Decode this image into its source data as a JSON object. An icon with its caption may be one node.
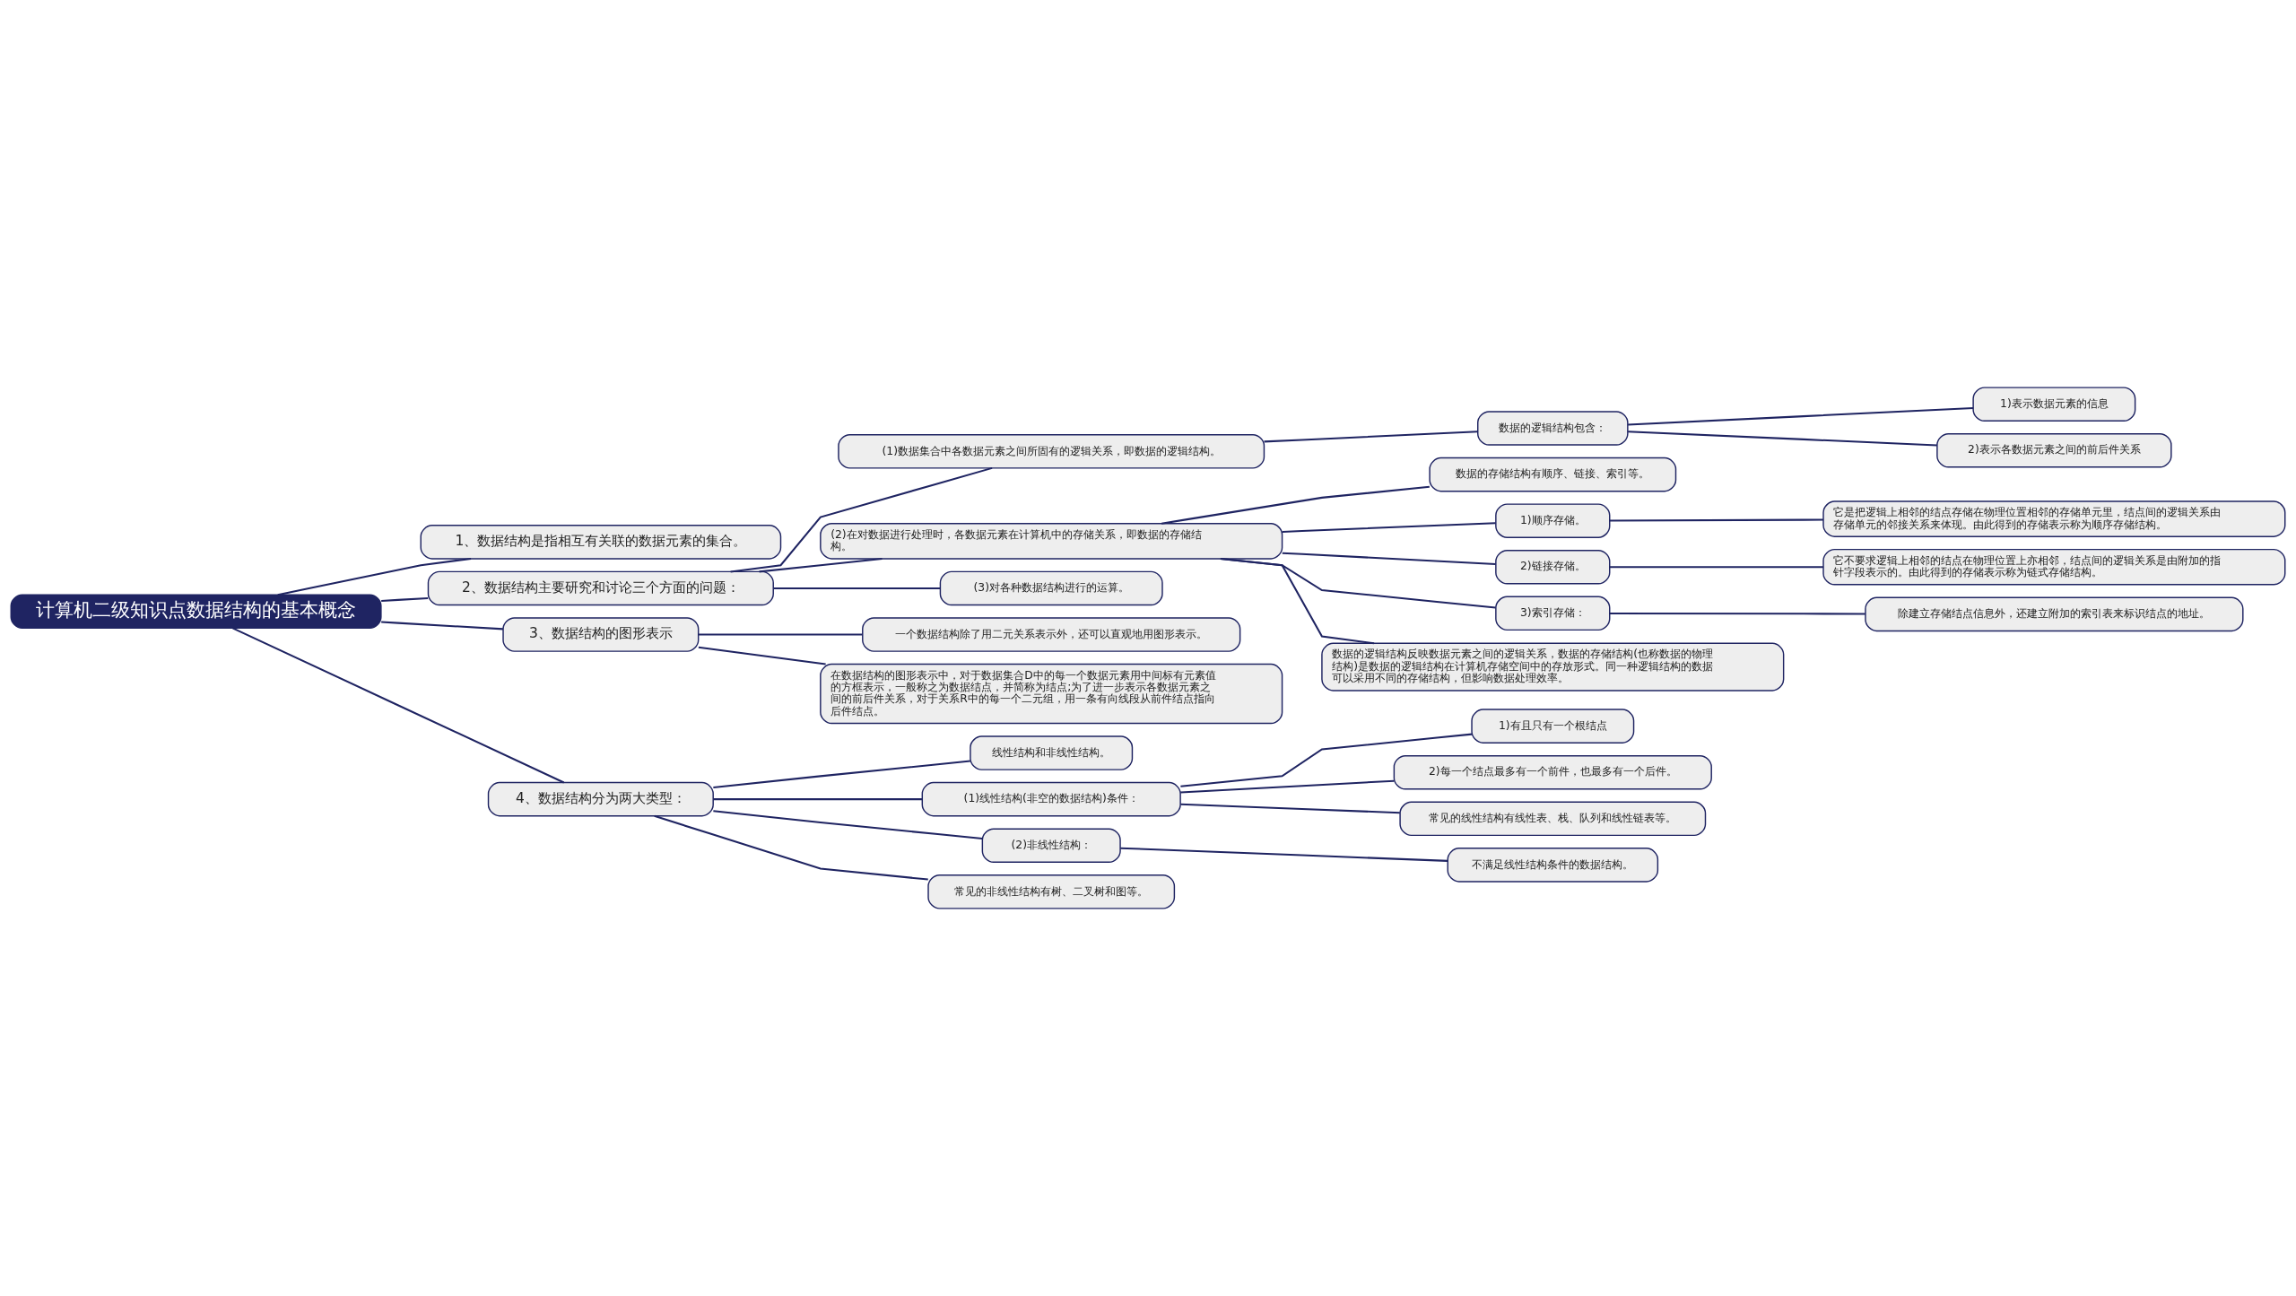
{
  "diagram": {
    "nodes": [
      {
        "text": [
          "计算机二级知识点数据结构的基本概念"
        ]
      },
      {
        "text": [
          "1、数据结构是指相互有关联的数据元素的集合。"
        ]
      },
      {
        "text": [
          "2、数据结构主要研究和讨论三个方面的问题："
        ]
      },
      {
        "text": [
          "(1)数据集合中各数据元素之间所固有的逻辑关系，即数据的逻辑结构。"
        ]
      },
      {
        "text": [
          "数据的逻辑结构包含："
        ]
      },
      {
        "text": [
          "1)表示数据元素的信息"
        ]
      },
      {
        "text": [
          "2)表示各数据元素之间的前后件关系"
        ]
      },
      {
        "text": [
          "(2)在对数据进行处理时，各数据元素在计算机中的存储关系，即数据的存储结构。"
        ]
      },
      {
        "text": [
          "数据的存储结构有顺序、链接、索引等。"
        ]
      },
      {
        "text": [
          "1)顺序存储。"
        ]
      },
      {
        "text": [
          "它是把逻辑上相邻的结点存储在物理位置相邻的存储单元里，结点间的逻辑关系由存储单元的邻接关系来体现。由此得到的存储表示称为顺序存储结构。"
        ]
      },
      {
        "text": [
          "2)链接存储。"
        ]
      },
      {
        "text": [
          "它不要求逻辑上相邻的结点在物理位置上亦相邻，结点间的逻辑关系是由附加的指针字段表示的。由此得到的存储表示称为链式存储结构。"
        ]
      },
      {
        "text": [
          "3)索引存储："
        ]
      },
      {
        "text": [
          "除建立存储结点信息外，还建立附加的索引表来标识结点的地址。"
        ]
      },
      {
        "text": [
          "数据的逻辑结构反映数据元素之间的逻辑关系，数据的存储结构(也称数据的物理结构)是数据的逻辑结构在计算机存储空间中的存放形式。同一种逻辑结构的数据可以采用不同的存储结构，但影响数据处理效率。"
        ]
      },
      {
        "text": [
          "(3)对各种数据结构进行的运算。"
        ]
      },
      {
        "text": [
          "3、数据结构的图形表示"
        ]
      },
      {
        "text": [
          "一个数据结构除了用二元关系表示外，还可以直观地用图形表示。"
        ]
      },
      {
        "text": [
          "在数据结构的图形表示中，对于数据集合D中的每一个数据元素用中间标有元素值的方框表示，一般称之为数据结点，并简称为结点;为了进一步表示各数据元素之间的前后件关系，对于关系R中的每一个二元组，用一条有向线段从前件结点指向后件结点。"
        ]
      },
      {
        "text": [
          "4、数据结构分为两大类型："
        ]
      },
      {
        "text": [
          "线性结构和非线性结构。"
        ]
      },
      {
        "text": [
          "(1)线性结构(非空的数据结构)条件："
        ]
      },
      {
        "text": [
          "1)有且只有一个根结点"
        ]
      },
      {
        "text": [
          "2)每一个结点最多有一个前件，也最多有一个后件。"
        ]
      },
      {
        "text": [
          "常见的线性结构有线性表、栈、队列和线性链表等。"
        ]
      },
      {
        "text": [
          "(2)非线性结构："
        ]
      },
      {
        "text": [
          "不满足线性结构条件的数据结构。"
        ]
      },
      {
        "text": [
          "常见的非线性结构有树、二叉树和图等。"
        ]
      }
    ],
    "edges": [
      {
        "from": 0,
        "to": 1,
        "arrow": "none"
      },
      {
        "from": 0,
        "to": 2,
        "arrow": "none"
      },
      {
        "from": 2,
        "to": 3,
        "arrow": "none"
      },
      {
        "from": 3,
        "to": 4,
        "arrow": "none"
      },
      {
        "from": 4,
        "to": 5,
        "arrow": "none"
      },
      {
        "from": 4,
        "to": 6,
        "arrow": "none"
      },
      {
        "from": 2,
        "to": 7,
        "arrow": "none"
      },
      {
        "from": 7,
        "to": 8,
        "arrow": "none"
      },
      {
        "from": 7,
        "to": 9,
        "arrow": "none"
      },
      {
        "from": 9,
        "to": 10,
        "arrow": "none"
      },
      {
        "from": 7,
        "to": 11,
        "arrow": "none"
      },
      {
        "from": 11,
        "to": 12,
        "arrow": "none"
      },
      {
        "from": 7,
        "to": 13,
        "arrow": "none"
      },
      {
        "from": 13,
        "to": 14,
        "arrow": "none"
      },
      {
        "from": 7,
        "to": 15,
        "arrow": "none"
      },
      {
        "from": 2,
        "to": 16,
        "arrow": "none"
      },
      {
        "from": 0,
        "to": 17,
        "arrow": "none"
      },
      {
        "from": 17,
        "to": 18,
        "arrow": "none"
      },
      {
        "from": 17,
        "to": 19,
        "arrow": "none"
      },
      {
        "from": 0,
        "to": 20,
        "arrow": "none"
      },
      {
        "from": 20,
        "to": 21,
        "arrow": "none"
      },
      {
        "from": 20,
        "to": 22,
        "arrow": "none"
      },
      {
        "from": 22,
        "to": 23,
        "arrow": "none"
      },
      {
        "from": 22,
        "to": 24,
        "arrow": "none"
      },
      {
        "from": 22,
        "to": 25,
        "arrow": "none"
      },
      {
        "from": 20,
        "to": 26,
        "arrow": "none"
      },
      {
        "from": 26,
        "to": 27,
        "arrow": "none"
      },
      {
        "from": 20,
        "to": 28,
        "arrow": "none"
      }
    ]
  }
}
